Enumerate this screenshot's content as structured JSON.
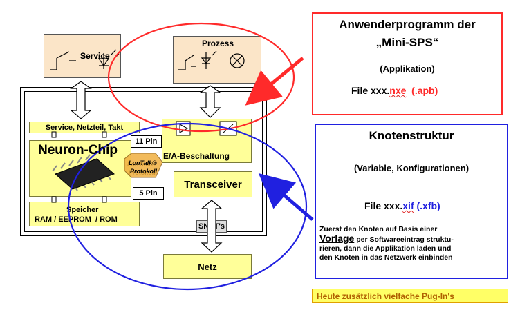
{
  "service_label": "Service",
  "prozess_label": "Prozess",
  "chip": {
    "top_bar": "Service, Netzteil, Takt",
    "title": "Neuron-Chip",
    "eleven_pin": "11 Pin",
    "five_pin": "5 Pin",
    "protocol_line1": "LonTalk®",
    "protocol_line2": "Protokoll",
    "ea_label": "E/A-Beschaltung",
    "transceiver": "Transceiver",
    "memory_line1": "Speicher",
    "memory_line2": "RAM / EEPROM  / ROM"
  },
  "snvt": "SNVT's",
  "netz": "Netz",
  "anwender": {
    "title_line1": "Anwenderprogramm der",
    "title_line2": "„Mini-SPS“",
    "subtitle": "(Applikation)",
    "file_prefix": "File xxx.",
    "file_ext": "nxe",
    "file_alt": "(.apb)"
  },
  "knoten": {
    "title": "Knotenstruktur",
    "subtitle": "(Variable, Konfigurationen)",
    "file_prefix": "File xxx.",
    "file_ext": "xif",
    "file_alt": "(.xfb)",
    "note_line1": "Zuerst den Knoten auf Basis einer",
    "note_word": "Vorlage",
    "note_line2_rest": " per Softwareeintrag struktu-",
    "note_line3": "rieren, dann die Applikation laden und",
    "note_line4": "den Knoten in das Netzwerk einbinden"
  },
  "footer_note": "Heute zusätzlich vielfache Pug-In's",
  "colors": {
    "yellow": "#ffff99",
    "orange": "#fbe5c8",
    "red": "#ff2a2a",
    "blue": "#2020e0",
    "footer_bg": "#ffff66"
  }
}
